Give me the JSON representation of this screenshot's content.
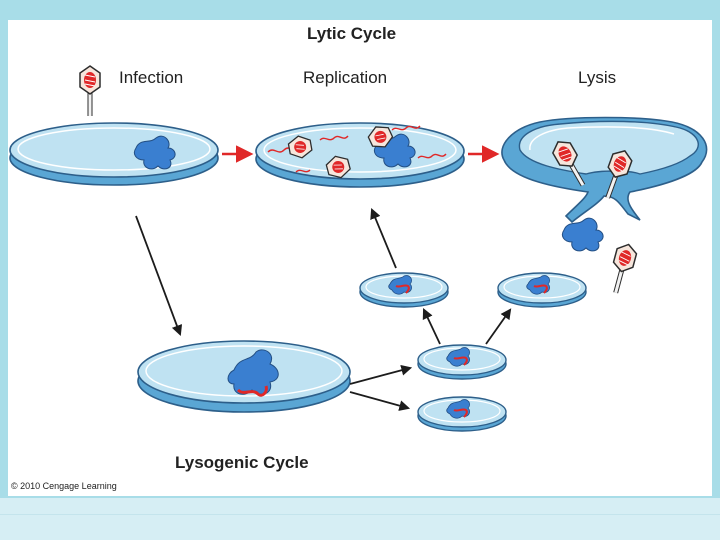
{
  "title": "Lytic Cycle",
  "stages": {
    "infection": "Infection",
    "replication": "Replication",
    "lysis": "Lysis"
  },
  "lysogenic_title": "Lysogenic Cycle",
  "credit": "© 2010 Cengage Learning",
  "colors": {
    "background": "#a8dde8",
    "cell_fill": "#bfe2f2",
    "cell_rim": "#5aa6d4",
    "cell_outline": "#2d5f8a",
    "dna_blue": "#3a7fd0",
    "dna_red": "#e0202a",
    "arrow_lytic": "#e02828",
    "arrow_lysogenic": "#1c1c1c"
  }
}
